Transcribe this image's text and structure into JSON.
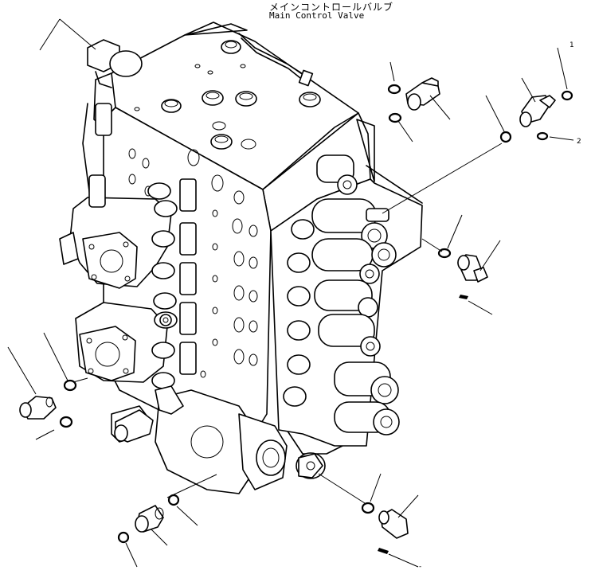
{
  "title": {
    "japanese": "メインコントロールバルブ",
    "english": "Main Control Valve"
  },
  "callouts": [
    {
      "id": "top-right-fitting-number",
      "text": "1"
    },
    {
      "id": "top-right-ring-number",
      "text": "2"
    },
    {
      "id": "bottom-right-number",
      "text": "-"
    }
  ]
}
